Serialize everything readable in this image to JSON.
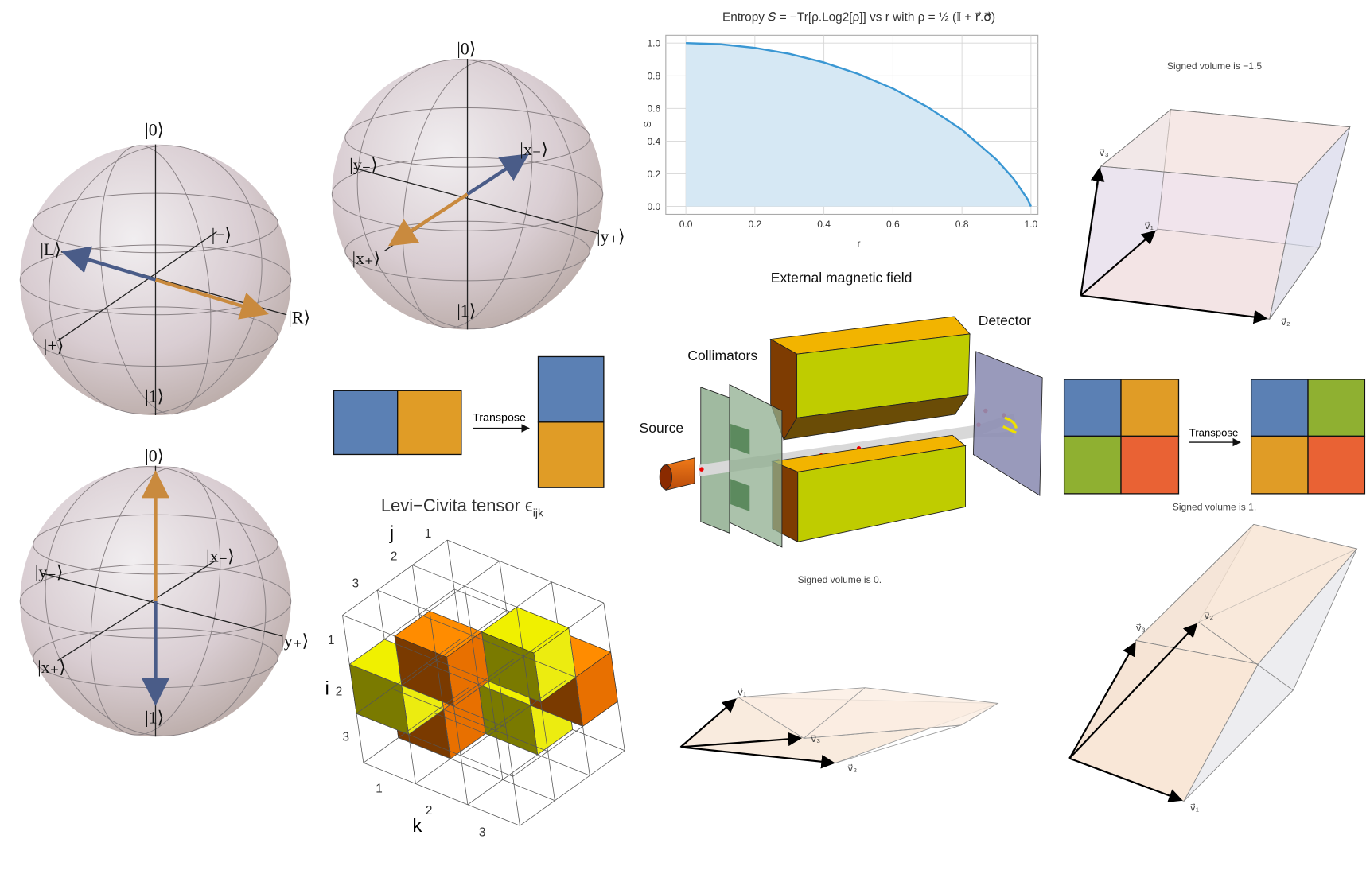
{
  "bloch_spheres": [
    {
      "labels": {
        "top": "|0⟩",
        "bottom": "|1⟩",
        "left": "|L⟩",
        "right": "|R⟩",
        "back_right": "|−⟩",
        "front_left": "|+⟩"
      }
    },
    {
      "labels": {
        "top": "|0⟩",
        "bottom": "|1⟩",
        "left": "|y₋⟩",
        "right": "|y₊⟩",
        "back_right": "|x₋⟩",
        "front_left": "|x₊⟩"
      }
    },
    {
      "labels": {
        "top": "|0⟩",
        "bottom": "|1⟩",
        "left": "|y₋⟩",
        "right": "|y₊⟩",
        "back_right": "|x₋⟩",
        "front_left": "|x₊⟩"
      }
    }
  ],
  "transpose_1x2": {
    "label": "Transpose",
    "colors": [
      "#5b80b4",
      "#e09c26"
    ]
  },
  "transpose_2x2": {
    "label": "Transpose",
    "colors": [
      "#5b80b4",
      "#e09c26",
      "#8fb031",
      "#e96234"
    ],
    "caption": "Signed volume is 1."
  },
  "levi_civita": {
    "title": "Levi−Civita tensor ϵ",
    "subscript": "ijk",
    "axis_i": "i",
    "axis_j": "j",
    "axis_k": "k",
    "ticks": [
      "1",
      "2",
      "3"
    ],
    "positive": [
      [
        1,
        2,
        3
      ],
      [
        2,
        3,
        1
      ],
      [
        3,
        1,
        2
      ]
    ],
    "negative": [
      [
        1,
        3,
        2
      ],
      [
        3,
        2,
        1
      ],
      [
        2,
        1,
        3
      ]
    ],
    "colors": {
      "positive": "#f0f000",
      "negative": "#ff8c00"
    }
  },
  "chart_data": {
    "type": "area",
    "title": "Entropy 𝑆 = −Tr[ρ.Log2[ρ]] vs r with ρ = ½ (𝕀 + r⃗.σ⃗)",
    "xlabel": "r",
    "ylabel": "S",
    "xlim": [
      0,
      1
    ],
    "ylim": [
      0,
      1
    ],
    "x_ticks": [
      "0.0",
      "0.2",
      "0.4",
      "0.6",
      "0.8",
      "1.0"
    ],
    "y_ticks": [
      "0.0",
      "0.2",
      "0.4",
      "0.6",
      "0.8",
      "1.0"
    ],
    "grid": true,
    "x": [
      0,
      0.1,
      0.2,
      0.3,
      0.4,
      0.5,
      0.6,
      0.7,
      0.8,
      0.9,
      0.95,
      0.99,
      1.0
    ],
    "y": [
      1.0,
      0.9928,
      0.971,
      0.9341,
      0.8813,
      0.8113,
      0.7219,
      0.6098,
      0.469,
      0.2864,
      0.1687,
      0.0454,
      0.0
    ],
    "color": "#3a97d3",
    "fill": "#d6e8f4"
  },
  "stern_gerlach": {
    "title": "External magnetic field",
    "source": "Source",
    "collimators": "Collimators",
    "detector": "Detector"
  },
  "parallelepipeds": [
    {
      "caption": "Signed volume is −1.5",
      "v1": "v⃗₁",
      "v2": "v⃗₂",
      "v3": "v⃗₃"
    },
    {
      "caption": "Signed volume is 0.",
      "v1": "v⃗₁",
      "v2": "v⃗₂",
      "v3": "v⃗₃"
    },
    {
      "v1": "v⃗₁",
      "v2": "v⃗₂",
      "v3": "v⃗₃"
    }
  ]
}
